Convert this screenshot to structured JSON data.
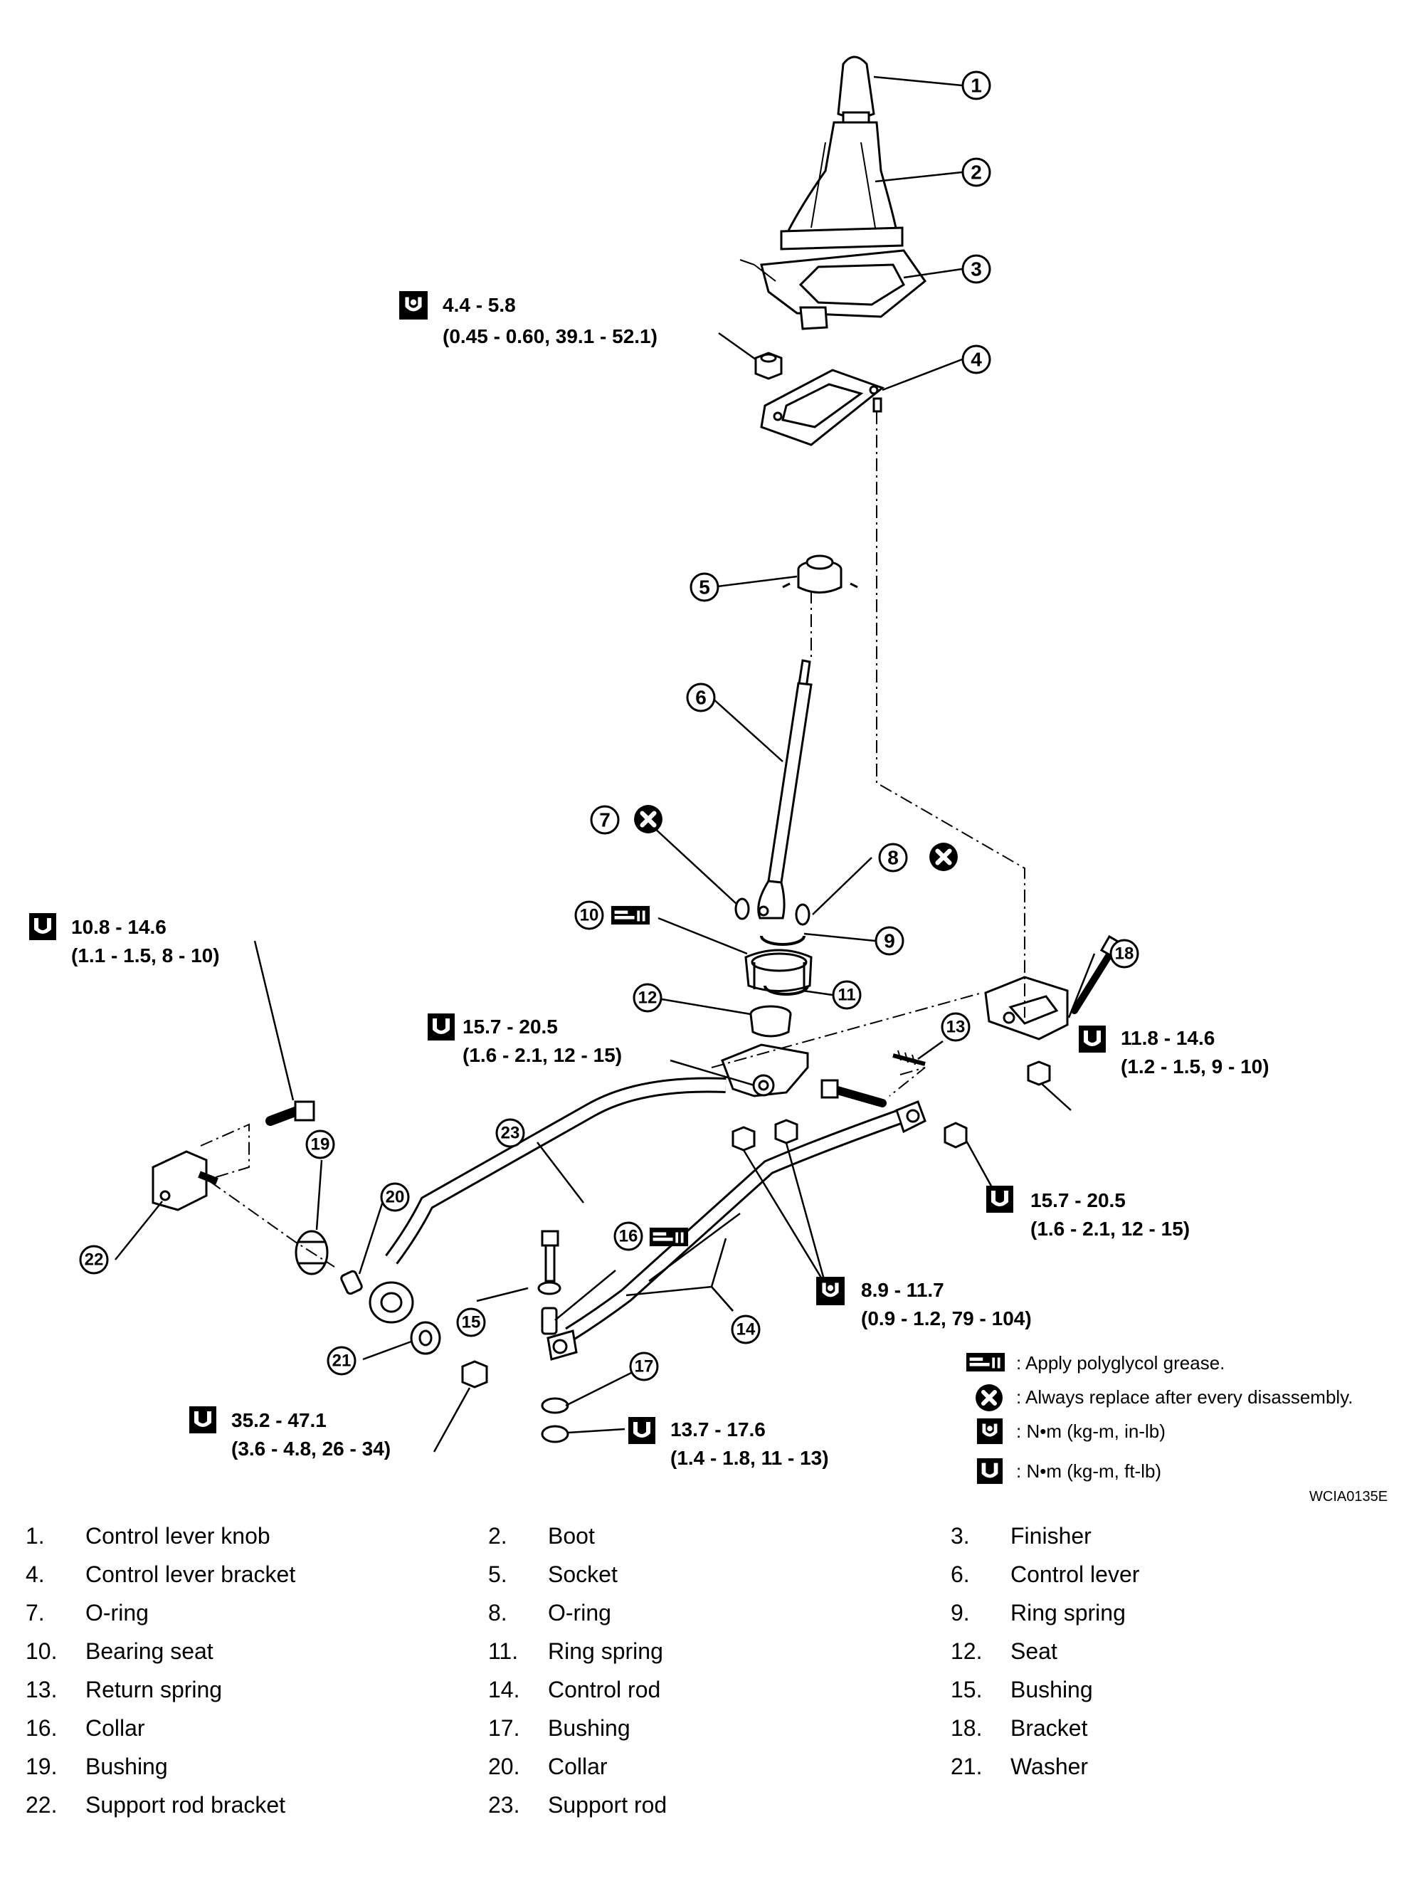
{
  "callouts": [
    "1",
    "2",
    "3",
    "4",
    "5",
    "6",
    "7",
    "8",
    "9",
    "10",
    "11",
    "12",
    "13",
    "14",
    "15",
    "16",
    "17",
    "18",
    "19",
    "20",
    "21",
    "22",
    "23"
  ],
  "torque_specs": [
    {
      "line1": "4.4 - 5.8",
      "line2": "(0.45 - 0.60, 39.1 - 52.1)",
      "unit": "in-lb"
    },
    {
      "line1": "10.8 - 14.6",
      "line2": "(1.1 - 1.5, 8 - 10)",
      "unit": "ft-lb"
    },
    {
      "line1": "15.7 - 20.5",
      "line2": "(1.6 - 2.1, 12 - 15)",
      "unit": "ft-lb"
    },
    {
      "line1": "11.8 - 14.6",
      "line2": "(1.2 - 1.5, 9 - 10)",
      "unit": "ft-lb"
    },
    {
      "line1": "15.7 - 20.5",
      "line2": "(1.6 - 2.1, 12 - 15)",
      "unit": "ft-lb"
    },
    {
      "line1": "8.9 - 11.7",
      "line2": "(0.9 - 1.2, 79 - 104)",
      "unit": "in-lb"
    },
    {
      "line1": "35.2 - 47.1",
      "line2": "(3.6 - 4.8, 26 - 34)",
      "unit": "ft-lb"
    },
    {
      "line1": "13.7 - 17.6",
      "line2": "(1.4 - 1.8, 11 - 13)",
      "unit": "ft-lb"
    }
  ],
  "legend": [
    {
      "icon": "grease-icon",
      "text": ":  Apply polyglycol grease."
    },
    {
      "icon": "replace-icon",
      "text": ":  Always replace after every disassembly."
    },
    {
      "icon": "torque-in-lb-icon",
      "text": ":  N•m (kg-m, in-lb)"
    },
    {
      "icon": "torque-ft-lb-icon",
      "text": ":  N•m (kg-m, ft-lb)"
    }
  ],
  "reference_code": "WCIA0135E",
  "parts": [
    {
      "num": "1.",
      "label": "Control lever knob"
    },
    {
      "num": "2.",
      "label": "Boot"
    },
    {
      "num": "3.",
      "label": "Finisher"
    },
    {
      "num": "4.",
      "label": "Control lever bracket"
    },
    {
      "num": "5.",
      "label": "Socket"
    },
    {
      "num": "6.",
      "label": "Control lever"
    },
    {
      "num": "7.",
      "label": "O-ring"
    },
    {
      "num": "8.",
      "label": "O-ring"
    },
    {
      "num": "9.",
      "label": "Ring spring"
    },
    {
      "num": "10.",
      "label": "Bearing seat"
    },
    {
      "num": "11.",
      "label": "Ring spring"
    },
    {
      "num": "12.",
      "label": "Seat"
    },
    {
      "num": "13.",
      "label": "Return spring"
    },
    {
      "num": "14.",
      "label": "Control rod"
    },
    {
      "num": "15.",
      "label": "Bushing"
    },
    {
      "num": "16.",
      "label": "Collar"
    },
    {
      "num": "17.",
      "label": "Bushing"
    },
    {
      "num": "18.",
      "label": "Bracket"
    },
    {
      "num": "19.",
      "label": "Bushing"
    },
    {
      "num": "20.",
      "label": "Collar"
    },
    {
      "num": "21.",
      "label": "Washer"
    },
    {
      "num": "22.",
      "label": "Support rod bracket"
    },
    {
      "num": "23.",
      "label": "Support rod"
    }
  ]
}
